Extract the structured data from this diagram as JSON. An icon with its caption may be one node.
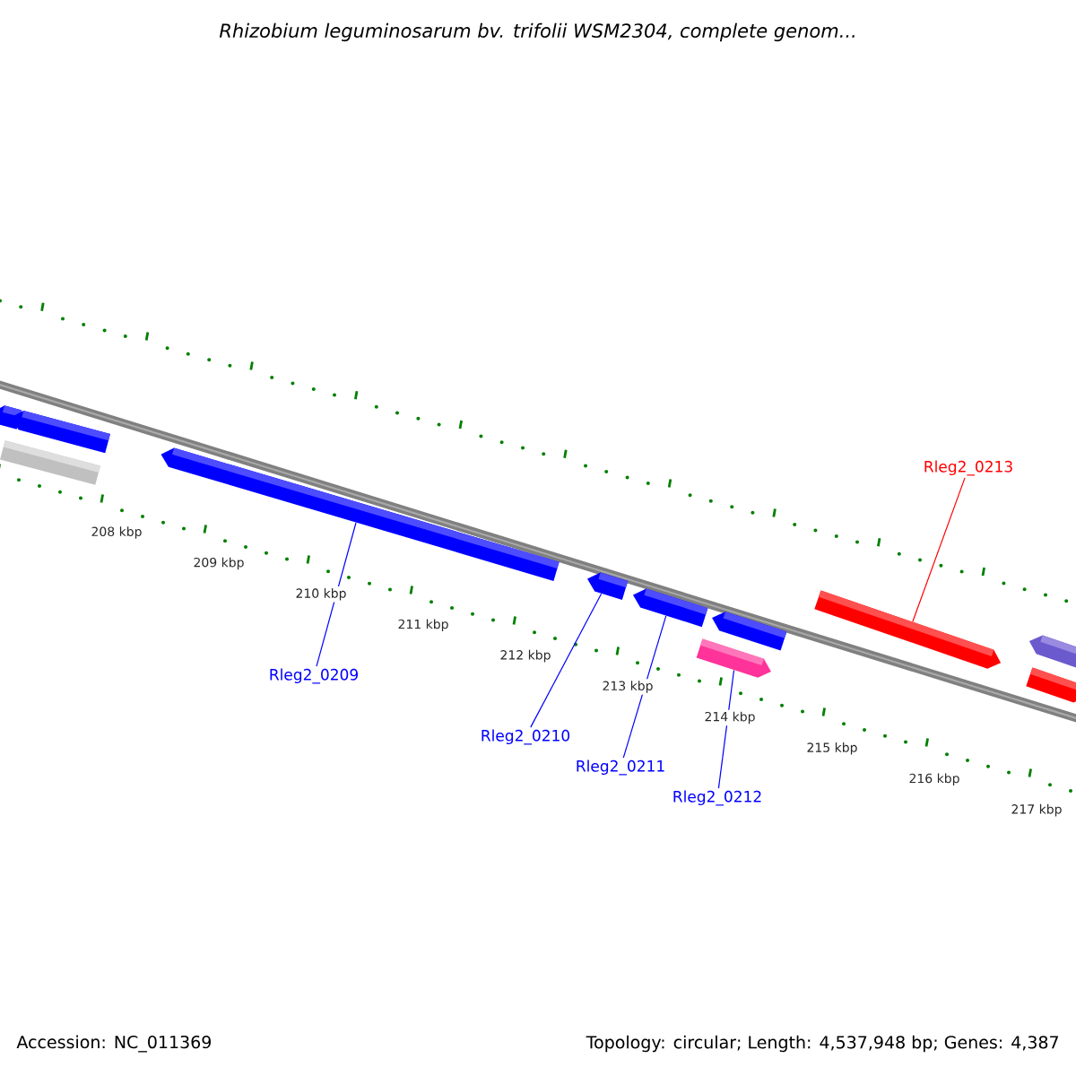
{
  "diagram": {
    "title": "Rhizobium leguminosarum bv. trifolii WSM2304, complete genom...",
    "nodes": [
      {
        "text": [
          "Rleg2_0209"
        ]
      },
      {
        "text": [
          "Rleg2_0210"
        ]
      },
      {
        "text": [
          "Rleg2_0211"
        ]
      },
      {
        "text": [
          "Rleg2_0212"
        ]
      },
      {
        "text": [
          "Rleg2_0213"
        ]
      },
      {
        "text": [],
        "shape": "bar"
      },
      {
        "text": [],
        "shape": "bar"
      },
      {
        "text": [],
        "shape": "bar"
      },
      {
        "text": [],
        "shape": "bar"
      },
      {
        "text": [],
        "shape": "bar"
      },
      {
        "text": [],
        "shape": "bar"
      },
      {
        "text": [],
        "shape": "bar"
      },
      {
        "text": [],
        "shape": "bar"
      },
      {
        "text": [],
        "shape": "bar"
      },
      {
        "text": [],
        "shape": "bar"
      },
      {
        "text": [],
        "shape": "bar"
      }
    ],
    "edges": [
      {
        "from": 0,
        "to": 8,
        "arrow": "none"
      },
      {
        "from": 1,
        "to": 9,
        "arrow": "none"
      },
      {
        "from": 2,
        "to": 10,
        "arrow": "none"
      },
      {
        "from": 3,
        "to": 11,
        "arrow": "none"
      },
      {
        "from": 4,
        "to": 13,
        "arrow": "none",
        "color": "#ff0000"
      }
    ],
    "labels": [
      "208 kbp",
      "209 kbp",
      "210 kbp",
      "211 kbp",
      "212 kbp",
      "213 kbp",
      "214 kbp",
      "215 kbp",
      "216 kbp",
      "217 kbp",
      "Accession: NC_011369",
      "Topology: circular; Length: 4,537,948 bp; Genes: 4,387"
    ]
  }
}
